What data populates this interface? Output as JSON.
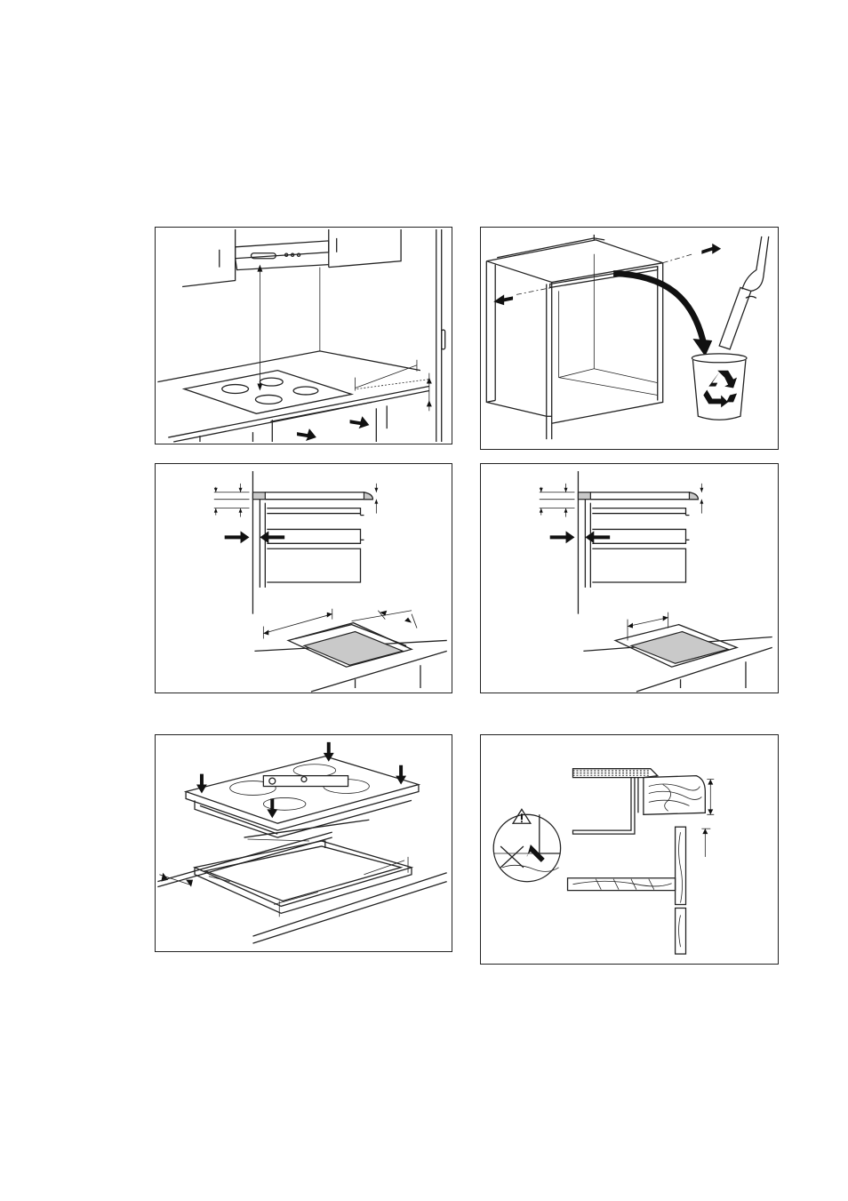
{
  "figures": [
    {
      "id": "hob-above-drawer",
      "icons": [
        "hob-icon",
        "extractor-hood-icon",
        "drawer-arrow-icon"
      ]
    },
    {
      "id": "remove-cabinet-panel",
      "icons": [
        "cabinet-icon",
        "recycle-bin-icon",
        "hand-icon"
      ]
    },
    {
      "id": "cutout-dimensions-a",
      "icons": [
        "worktop-section-icon",
        "cutout-icon"
      ]
    },
    {
      "id": "cutout-dimensions-b",
      "icons": [
        "worktop-section-icon",
        "cutout-icon"
      ]
    },
    {
      "id": "hob-installation",
      "icons": [
        "hob-icon",
        "seal-frame-icon",
        "down-arrow-icon"
      ]
    },
    {
      "id": "worktop-edge-detail",
      "icons": [
        "warning-icon",
        "wood-grain-icon"
      ]
    }
  ],
  "colors": {
    "line": "#222222",
    "fill_grey": "#c9c9c9",
    "background": "#ffffff"
  }
}
